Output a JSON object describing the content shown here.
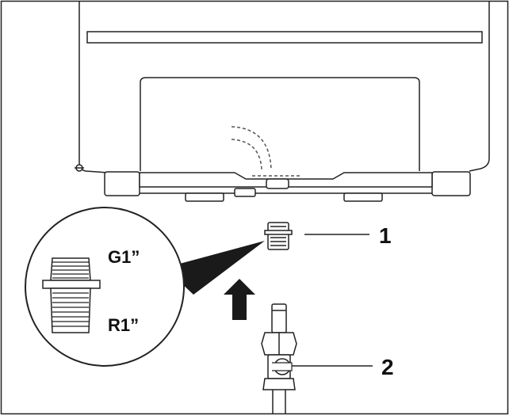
{
  "callouts": {
    "part_1": "1",
    "part_2": "2"
  },
  "detail": {
    "thread_top": "G1”",
    "thread_bottom": "R1”"
  },
  "colors": {
    "line": "#222222",
    "fill_light": "#f2f2f2",
    "fill_dark": "#1a1a1a",
    "background": "#ffffff"
  },
  "icons": {
    "direction_arrow": "up-arrow-icon"
  }
}
